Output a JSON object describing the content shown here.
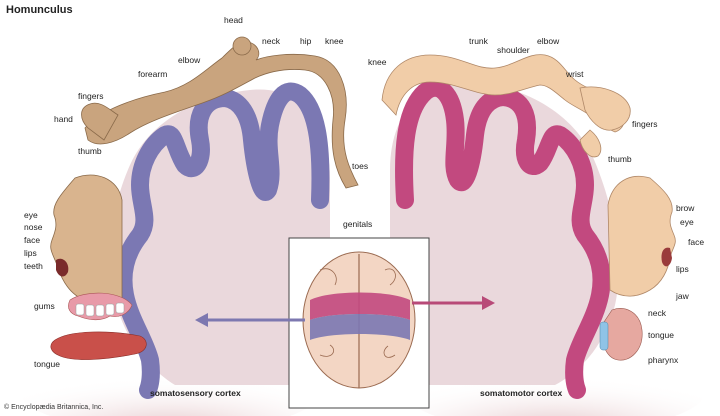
{
  "title": "Homunculus",
  "sensory": {
    "caption": "somatosensory cortex",
    "labels": {
      "head": "head",
      "neck": "neck",
      "hip": "hip",
      "knee": "knee",
      "elbow": "elbow",
      "forearm": "forearm",
      "fingers": "fingers",
      "hand": "hand",
      "thumb": "thumb",
      "toes": "toes",
      "genitals": "genitals",
      "eye": "eye",
      "nose": "nose",
      "face": "face",
      "lips": "lips",
      "teeth": "teeth",
      "gums": "gums",
      "tongue": "tongue"
    }
  },
  "motor": {
    "caption": "somatomotor cortex",
    "labels": {
      "knee": "knee",
      "trunk": "trunk",
      "shoulder": "shoulder",
      "elbow": "elbow",
      "wrist": "wrist",
      "fingers": "fingers",
      "thumb": "thumb",
      "brow": "brow",
      "eye": "eye",
      "face": "face",
      "lips": "lips",
      "jaw": "jaw",
      "neck": "neck",
      "tongue": "tongue",
      "pharynx": "pharynx"
    }
  },
  "credit": "© Encyclopædia Britannica, Inc.",
  "colors": {
    "sensory_cortex": "#7b78b3",
    "motor_cortex": "#c2497f",
    "brain_interior": "#ead8dc",
    "body_left": "#c9a47e",
    "body_right": "#f1cda8",
    "face_skin": "#d9b48e",
    "tongue": "#c9504a",
    "arrow_left": "#7d78b0",
    "arrow_right": "#b84a78"
  }
}
